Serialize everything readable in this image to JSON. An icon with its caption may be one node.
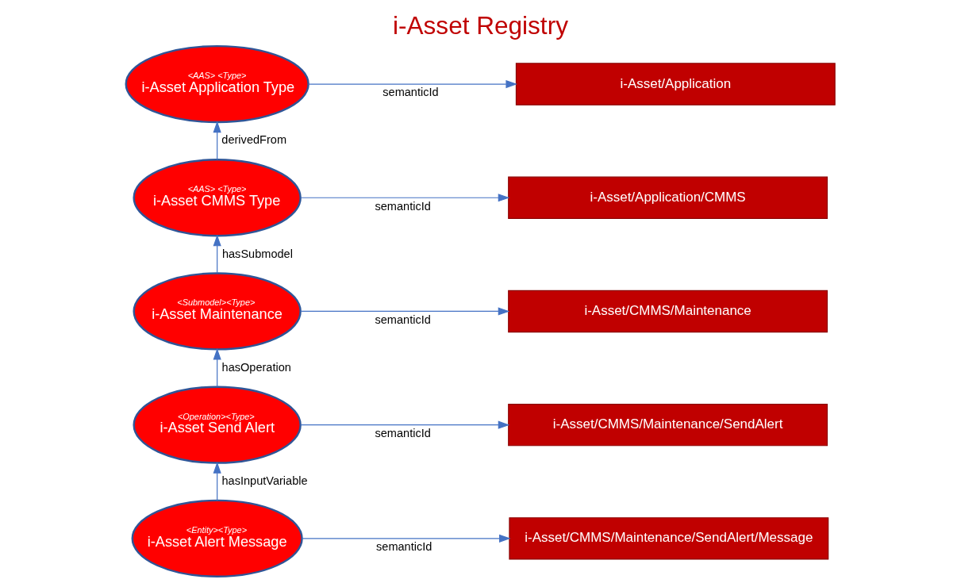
{
  "diagram": {
    "title": "i-Asset Registry",
    "nodes": [
      {
        "text": [
          "<AAS> <Type>",
          "i-Asset Application Type"
        ]
      },
      {
        "text": [
          "i-Asset/Application"
        ]
      },
      {
        "text": [
          "<AAS> <Type>",
          "i-Asset CMMS Type"
        ]
      },
      {
        "text": [
          "i-Asset/Application/CMMS"
        ]
      },
      {
        "text": [
          "<Submodel><Type>",
          "i-Asset Maintenance"
        ]
      },
      {
        "text": [
          "i-Asset/CMMS/Maintenance"
        ]
      },
      {
        "text": [
          "<Operation><Type>",
          "i-Asset Send Alert"
        ]
      },
      {
        "text": [
          "i-Asset/CMMS/Maintenance/SendAlert"
        ]
      },
      {
        "text": [
          "<Entity><Type>",
          "i-Asset Alert Message"
        ]
      },
      {
        "text": [
          "i-Asset/CMMS/Maintenance/SendAlert/Message"
        ]
      }
    ],
    "edges": [
      {
        "from": 0,
        "to": 1,
        "arrow": "to",
        "label": "semanticId"
      },
      {
        "from": 2,
        "to": 0,
        "arrow": "to",
        "label": "derivedFrom"
      },
      {
        "from": 2,
        "to": 3,
        "arrow": "to",
        "label": "semanticId"
      },
      {
        "from": 4,
        "to": 2,
        "arrow": "to",
        "label": "hasSubmodel"
      },
      {
        "from": 4,
        "to": 5,
        "arrow": "to",
        "label": "semanticId"
      },
      {
        "from": 6,
        "to": 4,
        "arrow": "to",
        "label": "hasOperation"
      },
      {
        "from": 6,
        "to": 7,
        "arrow": "to",
        "label": "semanticId"
      },
      {
        "from": 8,
        "to": 6,
        "arrow": "to",
        "label": "hasInputVariable"
      },
      {
        "from": 8,
        "to": 9,
        "arrow": "to",
        "label": "semanticId"
      }
    ]
  }
}
